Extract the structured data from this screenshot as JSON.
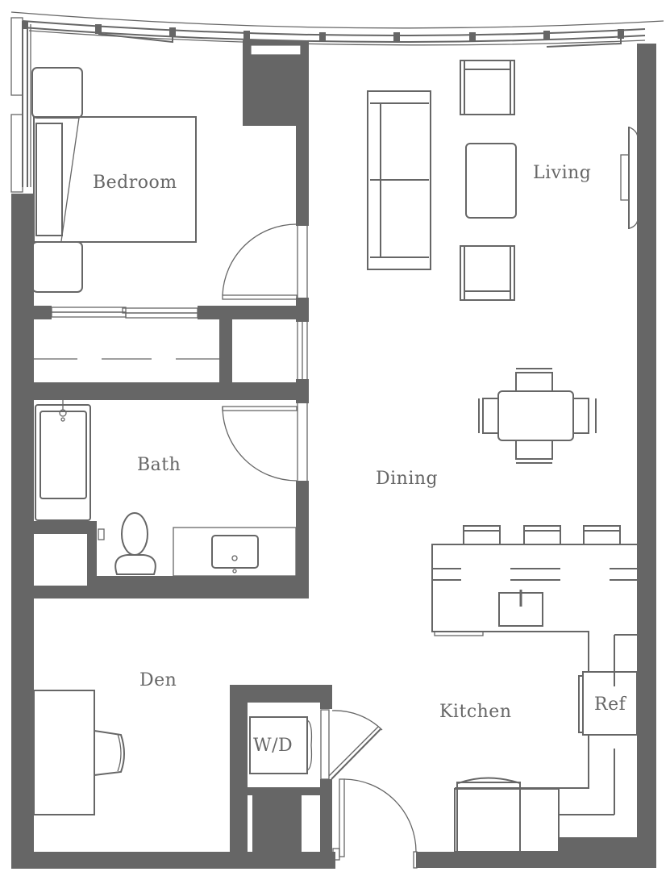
{
  "floor_plan": {
    "colors": {
      "wall": "#666666",
      "line": "#666666",
      "background": "#ffffff",
      "label": "#666666"
    },
    "rooms": [
      {
        "id": "bedroom",
        "label": "Bedroom"
      },
      {
        "id": "living",
        "label": "Living"
      },
      {
        "id": "bath",
        "label": "Bath"
      },
      {
        "id": "dining",
        "label": "Dining"
      },
      {
        "id": "den",
        "label": "Den"
      },
      {
        "id": "kitchen",
        "label": "Kitchen"
      }
    ],
    "fixtures": [
      {
        "id": "washer-dryer",
        "label": "W/D"
      },
      {
        "id": "refrigerator",
        "label": "Ref"
      }
    ]
  }
}
